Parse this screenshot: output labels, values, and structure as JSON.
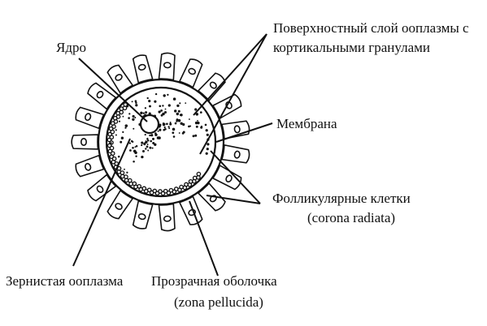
{
  "labels": {
    "nucleus": "Ядро",
    "cortical_line1": "Поверхностный  слой ооплазмы с",
    "cortical_line2": "кортикальными гранулами",
    "membrane": "Мембрана",
    "follicular_line1": "Фолликулярные клетки",
    "follicular_line2": "(corona radiata)",
    "granular_ooplasm": "Зернистая ооплазма",
    "zona_line1": "Прозрачная оболочка",
    "zona_line2": "(zona pellucida)"
  },
  "colors": {
    "ink": "#111111",
    "background": "#ffffff"
  }
}
